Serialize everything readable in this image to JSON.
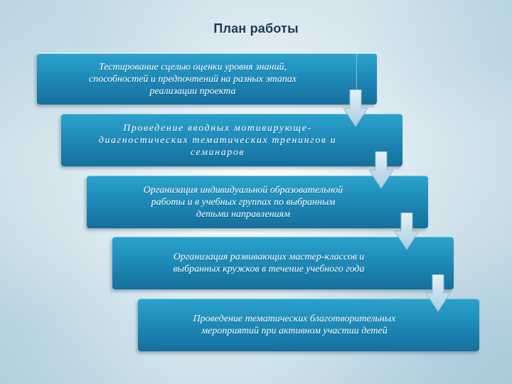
{
  "title": "План работы",
  "steps": [
    {
      "text": "Тестирование  сцелью оценки уровня знаний,\nспособностей и предпочтений на разных этапах\nреализации проекта"
    },
    {
      "text": "Проведение вводных мотивирующе-\nдиагностических тематических тренингов и\nсеминаров"
    },
    {
      "text": "Организация  индивидуальной  образовательной\nработы  и в учебных группах по выбранным\nдетьми направлениям"
    },
    {
      "text": "Организация развивающих мастер-классов и\nвыбранных  кружков в течение учебного года"
    },
    {
      "text": "Проведение тематических благотворительных\nмероприятий при активном участии детей"
    }
  ],
  "colors": {
    "step_fill": "#1d86b5",
    "arrow_fill": "#c5dfec",
    "title": "#1f3a4d"
  },
  "icons": [
    "down-arrow-icon"
  ]
}
